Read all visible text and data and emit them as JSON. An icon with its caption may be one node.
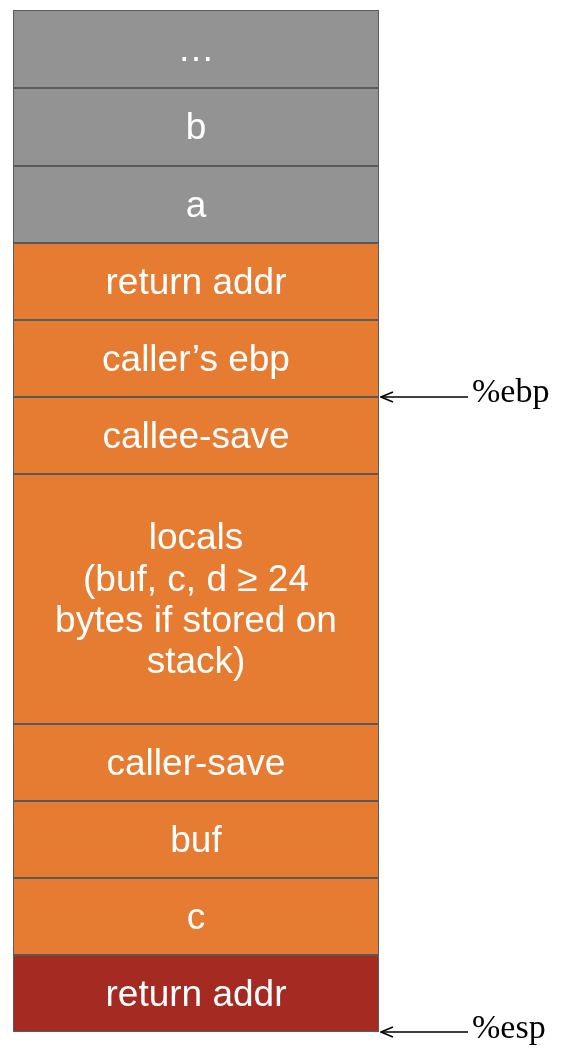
{
  "diagram": {
    "nodes": [
      {
        "text": [
          "…"
        ]
      },
      {
        "text": [
          "b"
        ]
      },
      {
        "text": [
          "a"
        ]
      },
      {
        "text": [
          "return addr"
        ]
      },
      {
        "text": [
          "caller’s ebp"
        ]
      },
      {
        "text": [
          "callee-save"
        ]
      },
      {
        "text": [
          "locals",
          "(buf, c, d ≥ 24 bytes if stored on stack)"
        ]
      },
      {
        "text": [
          "caller-save"
        ]
      },
      {
        "text": [
          "buf"
        ]
      },
      {
        "text": [
          "c"
        ]
      },
      {
        "text": [
          "return addr"
        ]
      },
      {
        "text": [
          "%ebp"
        ]
      },
      {
        "text": [
          "%esp"
        ]
      }
    ],
    "edges": [
      {
        "from": 11,
        "to": 4,
        "arrow": "to"
      },
      {
        "from": 12,
        "to": 10,
        "arrow": "to"
      }
    ]
  }
}
